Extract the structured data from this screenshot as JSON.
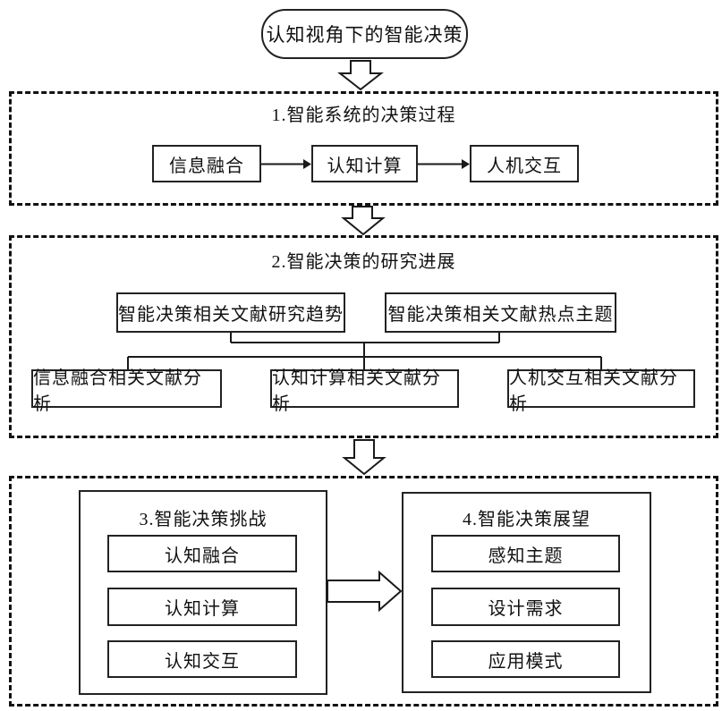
{
  "root_node": {
    "label": "认知视角下的智能决策"
  },
  "section1": {
    "title": "1.智能系统的决策过程",
    "boxes": [
      "信息融合",
      "认知计算",
      "人机交互"
    ]
  },
  "section2": {
    "title": "2.智能决策的研究进展",
    "row1": [
      "智能决策相关文献研究趋势",
      "智能决策相关文献热点主题"
    ],
    "row2": [
      "信息融合相关文献分析",
      "认知计算相关文献分析",
      "人机交互相关文献分析"
    ]
  },
  "section3": {
    "challenges": {
      "title": "3.智能决策挑战",
      "items": [
        "认知融合",
        "认知计算",
        "认知交互"
      ]
    },
    "outlook": {
      "title": "4.智能决策展望",
      "items": [
        "感知主题",
        "设计需求",
        "应用模式"
      ]
    }
  },
  "colors": {
    "line": "#1a1a1a",
    "background": "#ffffff"
  }
}
